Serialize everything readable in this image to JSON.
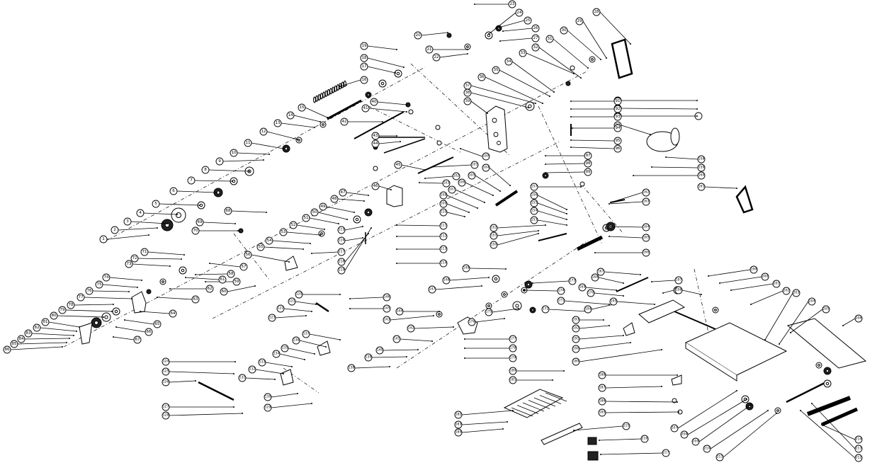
{
  "diagram": {
    "kind": "exploded parts view",
    "colors": {
      "ink": "#000000",
      "paper": "#ffffff"
    },
    "callouts": [
      {
        "id": "1"
      },
      {
        "id": "2"
      },
      {
        "id": "3"
      },
      {
        "id": "4"
      },
      {
        "id": "5"
      },
      {
        "id": "6"
      },
      {
        "id": "7"
      },
      {
        "id": "8"
      },
      {
        "id": "9"
      },
      {
        "id": "10"
      },
      {
        "id": "11"
      },
      {
        "id": "12"
      },
      {
        "id": "13"
      },
      {
        "id": "14"
      },
      {
        "id": "15"
      },
      {
        "id": "16"
      },
      {
        "id": "17"
      },
      {
        "id": "18"
      },
      {
        "id": "19"
      },
      {
        "id": "20"
      },
      {
        "id": "21"
      },
      {
        "id": "22"
      },
      {
        "id": "23"
      },
      {
        "id": "24"
      },
      {
        "id": "25"
      },
      {
        "id": "26"
      },
      {
        "id": "27"
      },
      {
        "id": "28"
      },
      {
        "id": "29"
      },
      {
        "id": "30"
      },
      {
        "id": "31"
      },
      {
        "id": "32"
      },
      {
        "id": "33"
      },
      {
        "id": "34"
      },
      {
        "id": "35"
      },
      {
        "id": "36"
      },
      {
        "id": "37"
      },
      {
        "id": "38"
      },
      {
        "id": "39"
      },
      {
        "id": "40"
      },
      {
        "id": "41"
      },
      {
        "id": "42"
      },
      {
        "id": "43"
      },
      {
        "id": "44"
      },
      {
        "id": "45"
      },
      {
        "id": "46"
      },
      {
        "id": "47"
      },
      {
        "id": "48"
      },
      {
        "id": "49"
      },
      {
        "id": "50"
      },
      {
        "id": "51"
      },
      {
        "id": "52"
      },
      {
        "id": "53"
      },
      {
        "id": "54"
      },
      {
        "id": "55"
      },
      {
        "id": "56"
      },
      {
        "id": "57"
      },
      {
        "id": "58"
      },
      {
        "id": "59"
      },
      {
        "id": "60"
      },
      {
        "id": "61"
      },
      {
        "id": "62"
      },
      {
        "id": "63"
      },
      {
        "id": "64"
      },
      {
        "id": "65"
      },
      {
        "id": "66"
      },
      {
        "id": "67"
      },
      {
        "id": "68"
      },
      {
        "id": "69"
      },
      {
        "id": "70"
      },
      {
        "id": "71"
      },
      {
        "id": "72"
      },
      {
        "id": "73"
      },
      {
        "id": "74"
      },
      {
        "id": "75"
      },
      {
        "id": "76"
      },
      {
        "id": "77"
      },
      {
        "id": "78"
      },
      {
        "id": "79"
      },
      {
        "id": "80"
      },
      {
        "id": "81"
      },
      {
        "id": "82"
      },
      {
        "id": "83"
      },
      {
        "id": "84"
      },
      {
        "id": "85"
      },
      {
        "id": "86"
      },
      {
        "id": "87"
      },
      {
        "id": "88"
      },
      {
        "id": "89"
      },
      {
        "id": "90"
      },
      {
        "id": "91"
      },
      {
        "id": "92"
      },
      {
        "id": "93"
      },
      {
        "id": "94"
      },
      {
        "id": "95"
      },
      {
        "id": "96"
      },
      {
        "id": "97"
      },
      {
        "id": "98"
      },
      {
        "id": "99"
      },
      {
        "id": "100"
      },
      {
        "id": "101"
      },
      {
        "id": "102"
      },
      {
        "id": "103"
      },
      {
        "id": "104"
      },
      {
        "id": "105"
      },
      {
        "id": "106"
      },
      {
        "id": "107"
      },
      {
        "id": "108"
      },
      {
        "id": "109"
      },
      {
        "id": "110"
      },
      {
        "id": "111"
      },
      {
        "id": "112"
      },
      {
        "id": "113"
      },
      {
        "id": "114"
      },
      {
        "id": "115"
      },
      {
        "id": "116"
      },
      {
        "id": "117"
      },
      {
        "id": "118"
      },
      {
        "id": "119"
      },
      {
        "id": "120"
      },
      {
        "id": "121"
      },
      {
        "id": "122"
      },
      {
        "id": "123"
      },
      {
        "id": "124"
      },
      {
        "id": "125"
      },
      {
        "id": "126"
      },
      {
        "id": "127"
      },
      {
        "id": "128"
      },
      {
        "id": "129"
      },
      {
        "id": "130"
      },
      {
        "id": "131"
      },
      {
        "id": "132"
      },
      {
        "id": "133"
      },
      {
        "id": "134"
      },
      {
        "id": "135"
      },
      {
        "id": "136"
      },
      {
        "id": "137"
      },
      {
        "id": "138"
      },
      {
        "id": "139"
      },
      {
        "id": "140"
      },
      {
        "id": "141"
      },
      {
        "id": "142"
      },
      {
        "id": "143"
      },
      {
        "id": "144"
      },
      {
        "id": "145"
      },
      {
        "id": "146"
      },
      {
        "id": "147"
      },
      {
        "id": "148"
      },
      {
        "id": "149"
      },
      {
        "id": "150"
      },
      {
        "id": "151"
      },
      {
        "id": "152"
      },
      {
        "id": "153"
      },
      {
        "id": "154"
      },
      {
        "id": "155"
      },
      {
        "id": "156"
      },
      {
        "id": "157"
      },
      {
        "id": "158"
      },
      {
        "id": "159"
      },
      {
        "id": "160"
      },
      {
        "id": "161"
      },
      {
        "id": "162"
      },
      {
        "id": "163"
      },
      {
        "id": "164"
      },
      {
        "id": "165"
      },
      {
        "id": "166"
      },
      {
        "id": "167"
      },
      {
        "id": "168"
      },
      {
        "id": "169"
      },
      {
        "id": "170"
      },
      {
        "id": "171"
      },
      {
        "id": "172"
      },
      {
        "id": "173"
      },
      {
        "id": "174"
      },
      {
        "id": "175"
      },
      {
        "id": "176"
      },
      {
        "id": "177"
      },
      {
        "id": "178"
      },
      {
        "id": "179"
      },
      {
        "id": "180"
      },
      {
        "id": "181"
      },
      {
        "id": "182"
      },
      {
        "id": "183"
      },
      {
        "id": "184"
      },
      {
        "id": "185"
      },
      {
        "id": "186"
      },
      {
        "id": "187"
      },
      {
        "id": "188"
      },
      {
        "id": "189"
      },
      {
        "id": "190"
      },
      {
        "id": "191"
      },
      {
        "id": "192"
      },
      {
        "id": "193"
      },
      {
        "id": "194"
      },
      {
        "id": "195"
      },
      {
        "id": "196"
      },
      {
        "id": "197"
      },
      {
        "id": "198"
      },
      {
        "id": "199"
      },
      {
        "id": "200"
      },
      {
        "id": "201"
      },
      {
        "id": "202"
      },
      {
        "id": "203"
      },
      {
        "id": "204"
      },
      {
        "id": "205"
      },
      {
        "id": "206"
      },
      {
        "id": "207"
      },
      {
        "id": "208"
      },
      {
        "id": "209"
      },
      {
        "id": "210"
      },
      {
        "id": "211"
      },
      {
        "id": "212"
      },
      {
        "id": "213"
      },
      {
        "id": "214"
      },
      {
        "id": "215"
      },
      {
        "id": "216"
      },
      {
        "id": "217"
      }
    ]
  }
}
